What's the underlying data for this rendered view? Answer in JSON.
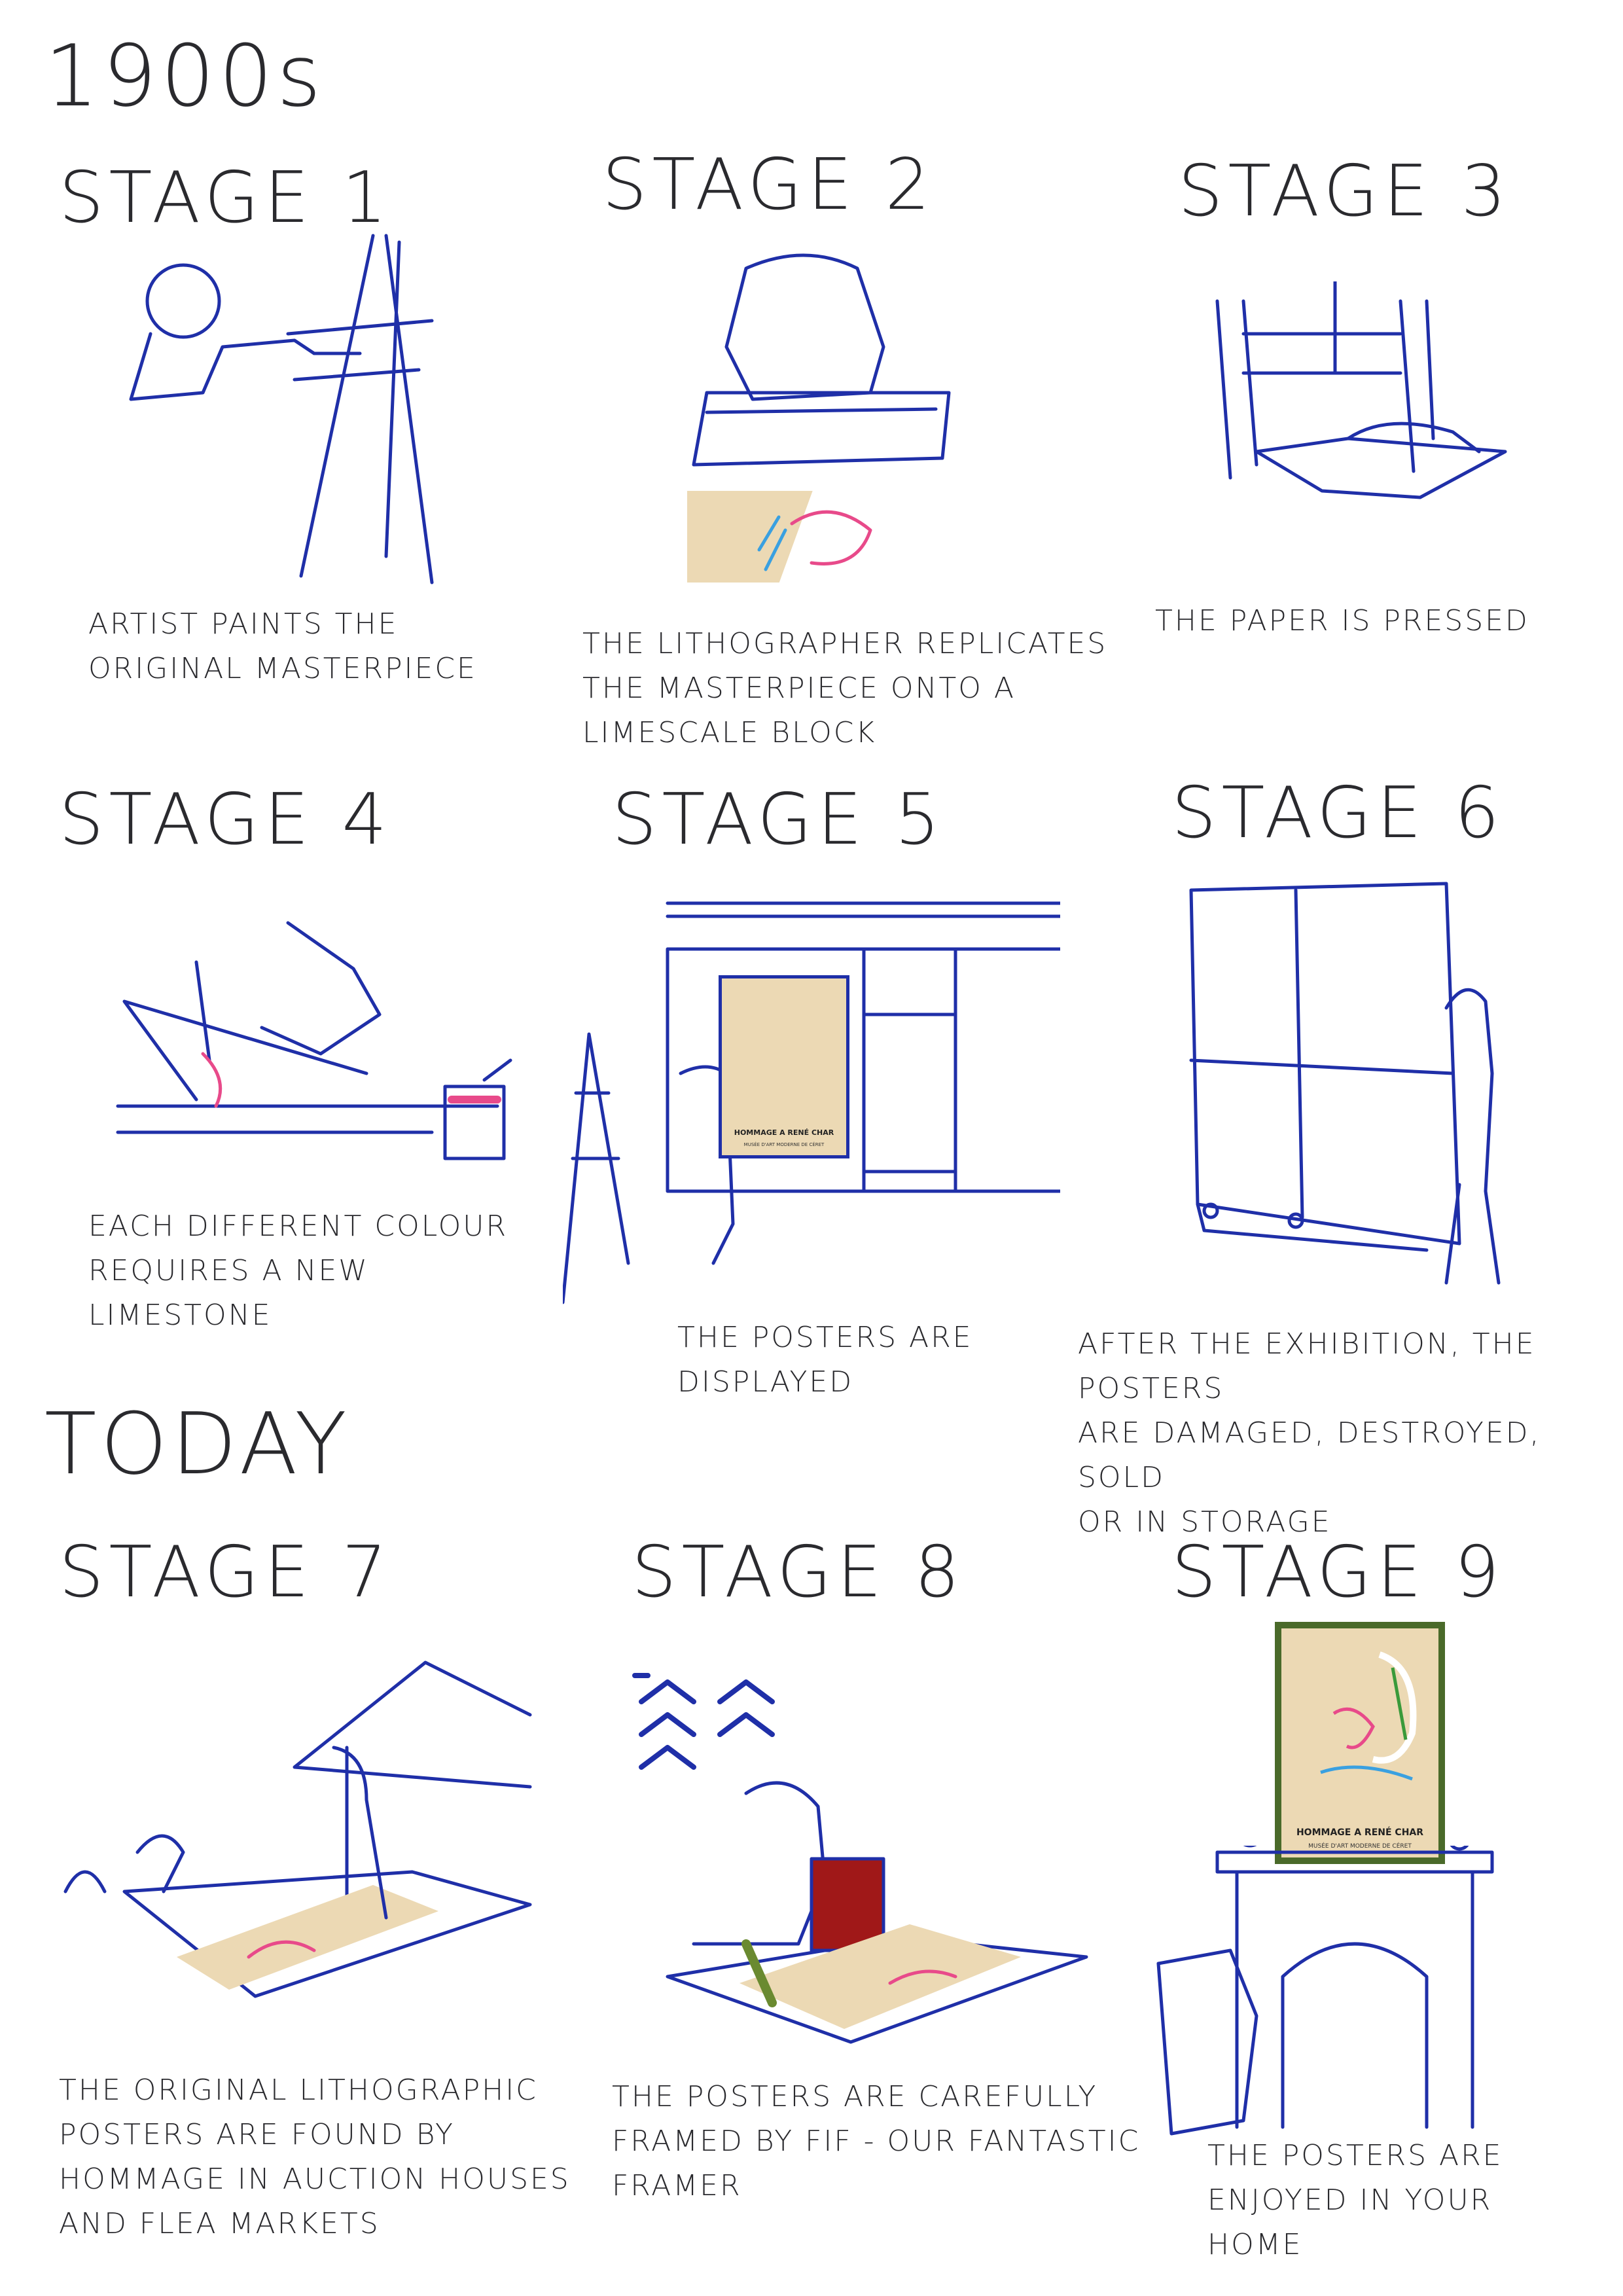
{
  "eras": {
    "past": "1900s",
    "present": "TODAY"
  },
  "stages": [
    {
      "title": "Stage 1",
      "caption": "Artist paints the\noriginal masterpiece"
    },
    {
      "title": "Stage 2",
      "caption": "The lithographer replicates\nthe masterpiece  onto a\nlimescale block"
    },
    {
      "title": "Stage 3",
      "caption": "The paper is pressed"
    },
    {
      "title": "Stage 4",
      "caption": "Each different colour\nrequires a new\nlimestone"
    },
    {
      "title": "Stage 5",
      "caption": "The posters are\ndisplayed"
    },
    {
      "title": "Stage 6",
      "caption": "After the exhibition, the posters\nare damaged, destroyed, sold\nor in storage"
    },
    {
      "title": "Stage 7",
      "caption": "The original lithographic\nposters are found by\nHommage in auction houses\nand flea markets"
    },
    {
      "title": "Stage 8",
      "caption": "The posters are carefully\nframed by fif - our fantastic\nframer"
    },
    {
      "title": "Stage 9",
      "caption": "The posters are\nenjoyed in your\nhome"
    }
  ],
  "poster": {
    "title": "HOMMAGE A RENÉ CHAR",
    "subtitle": "MUSÉE D'ART MODERNE DE CÉRET"
  },
  "colors": {
    "ink": "#1f2fa8",
    "text": "#2a2a2e",
    "poster_bg": "#ecd9b4",
    "pink": "#e84a8a"
  }
}
